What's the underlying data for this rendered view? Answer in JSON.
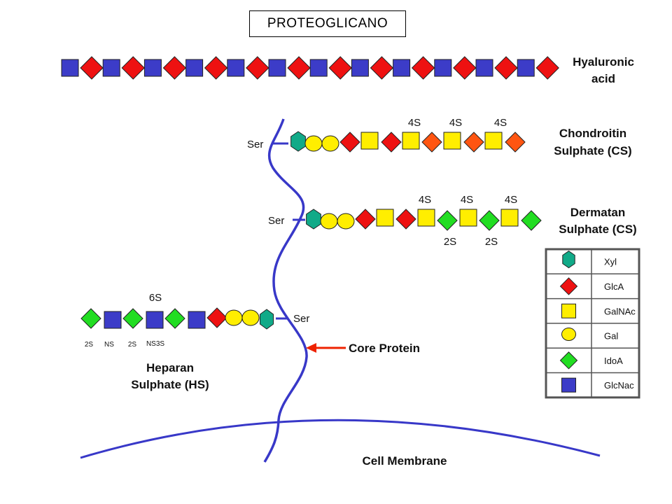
{
  "title": "PROTEOGLICANO",
  "colors": {
    "blue": "#3c3cc8",
    "red": "#ee1111",
    "yellow": "#ffee00",
    "green": "#22dd22",
    "teal": "#11aa88",
    "orange": "#ff5511",
    "protein": "#3838c8",
    "arrow": "#ee2200"
  },
  "hyaluronic_acid": {
    "label_line1": "Hyaluronic",
    "label_line2": "acid"
  },
  "chondroitin": {
    "ser": "Ser",
    "label_line1": "Chondroitin",
    "label_line2": "Sulphate (CS)",
    "sulfation_top": [
      "4S",
      "4S",
      "4S"
    ]
  },
  "dermatan": {
    "ser": "Ser",
    "label_line1": "Dermatan",
    "label_line2": "Sulphate (CS)",
    "sulfation_top": [
      "4S",
      "4S",
      "4S"
    ],
    "sulfation_bottom": [
      "2S",
      "2S"
    ]
  },
  "heparan": {
    "ser": "Ser",
    "label_line1": "Heparan",
    "label_line2": "Sulphate (HS)",
    "sulfation_top": [
      "6S"
    ],
    "sulfation_bottom": [
      "2S",
      "NS",
      "2S",
      "NS3S"
    ]
  },
  "core_protein": "Core Protein",
  "cell_membrane": "Cell Membrane",
  "legend": [
    {
      "shape": "xyl",
      "label": "Xyl"
    },
    {
      "shape": "glca",
      "label": "GlcA"
    },
    {
      "shape": "galnac",
      "label": "GalNAc"
    },
    {
      "shape": "gal",
      "label": "Gal"
    },
    {
      "shape": "idoa",
      "label": "IdoA"
    },
    {
      "shape": "glcnac",
      "label": "GlcNac"
    }
  ]
}
